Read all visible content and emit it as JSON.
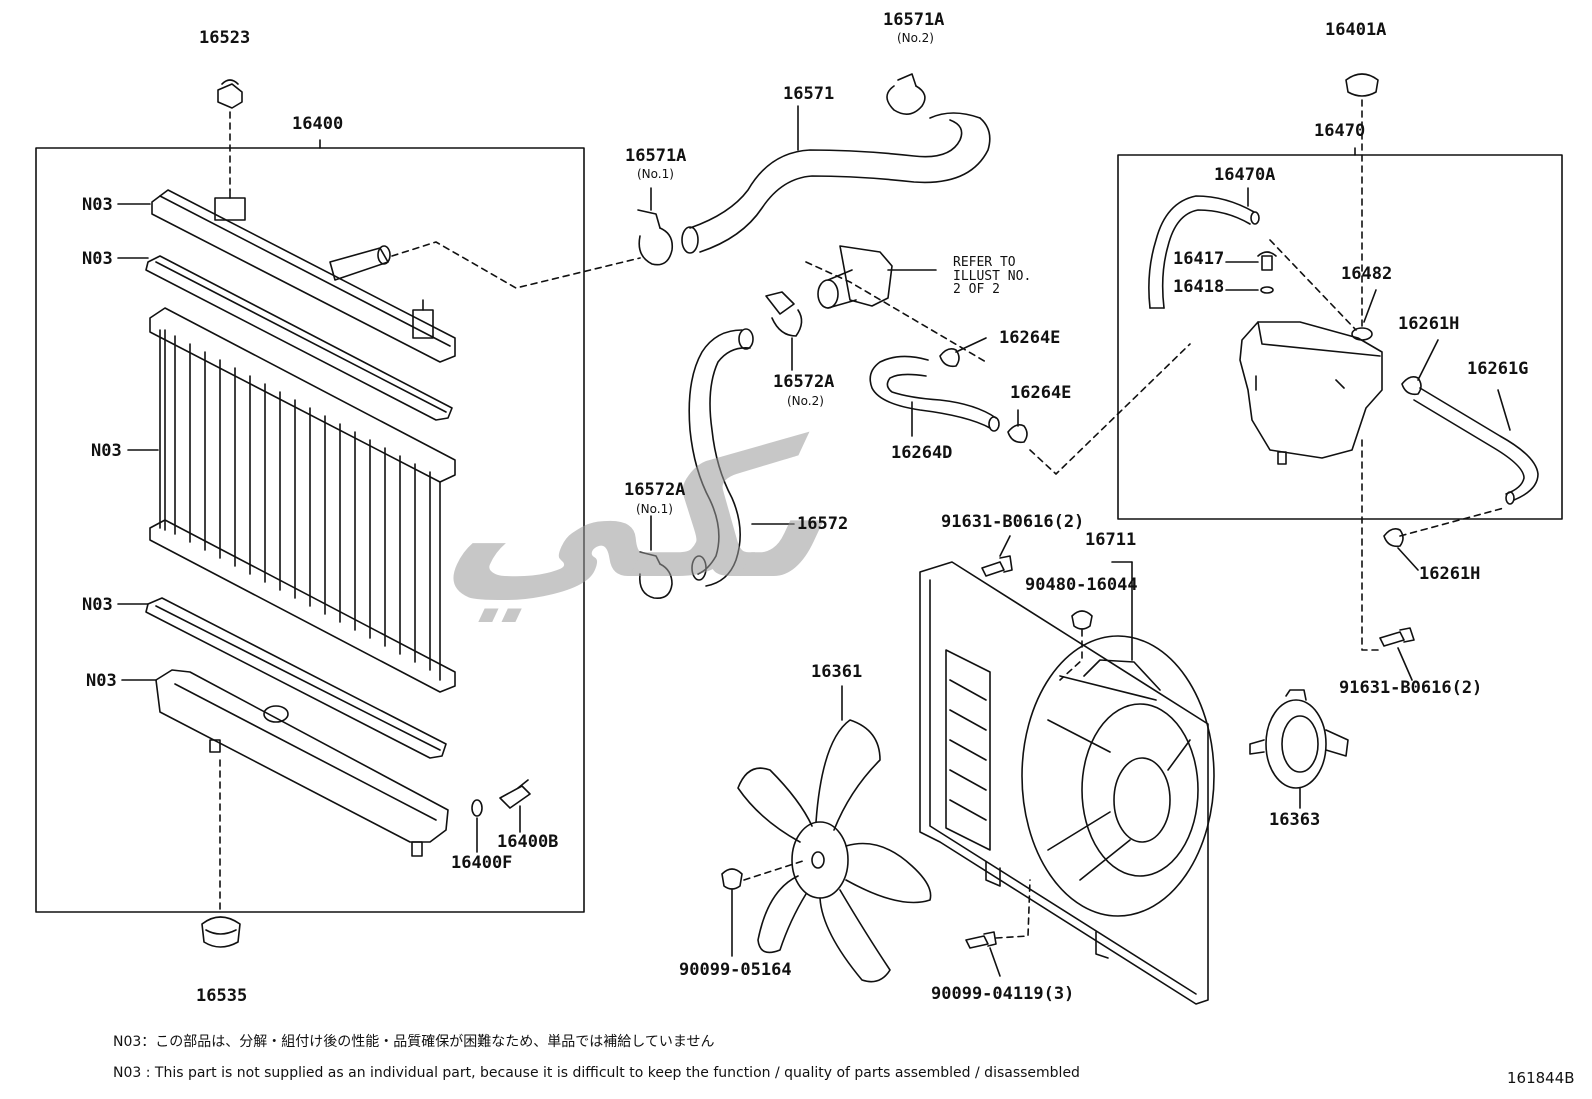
{
  "diagram": {
    "catalog_number": "161844B",
    "watermark": "ىكي",
    "refer_note": "REFER TO\nILLUST NO.\n2 OF 2",
    "labels": {
      "p16523": "16523",
      "p16400": "16400",
      "n03_a": "N03",
      "n03_b": "N03",
      "n03_c": "N03",
      "n03_d": "N03",
      "n03_e": "N03",
      "p16400B": "16400B",
      "p16400F": "16400F",
      "p16535": "16535",
      "p16571A_no2": "16571A",
      "p16571": "16571",
      "p16571A_no1": "16571A",
      "p16572A_no2": "16572A",
      "p16572A_no1": "16572A",
      "p16572": "16572",
      "p16264E_a": "16264E",
      "p16264E_b": "16264E",
      "p16264D": "16264D",
      "p16401A": "16401A",
      "p16470": "16470",
      "p16470A": "16470A",
      "p16417": "16417",
      "p16418": "16418",
      "p16482": "16482",
      "p16261H_a": "16261H",
      "p16261G": "16261G",
      "p16261H_b": "16261H",
      "p91631_a": "91631-B0616(2)",
      "p16711": "16711",
      "p90480": "90480-16044",
      "p91631_b": "91631-B0616(2)",
      "p16361": "16361",
      "p16363": "16363",
      "p90099_05164": "90099-05164",
      "p90099_04119": "90099-04119(3)"
    },
    "sublabels": {
      "no2_a": "(No.2)",
      "no1_a": "(No.1)",
      "no2_b": "(No.2)",
      "no1_b": "(No.1)"
    },
    "notes": {
      "jp": "N03：この部品は、分解・組付け後の性能・品質確保が困難なため、単品では補給していません",
      "en": "N03 : This part is not supplied as an individual part, because it is difficult to keep the function / quality of parts assembled / disassembled"
    }
  }
}
